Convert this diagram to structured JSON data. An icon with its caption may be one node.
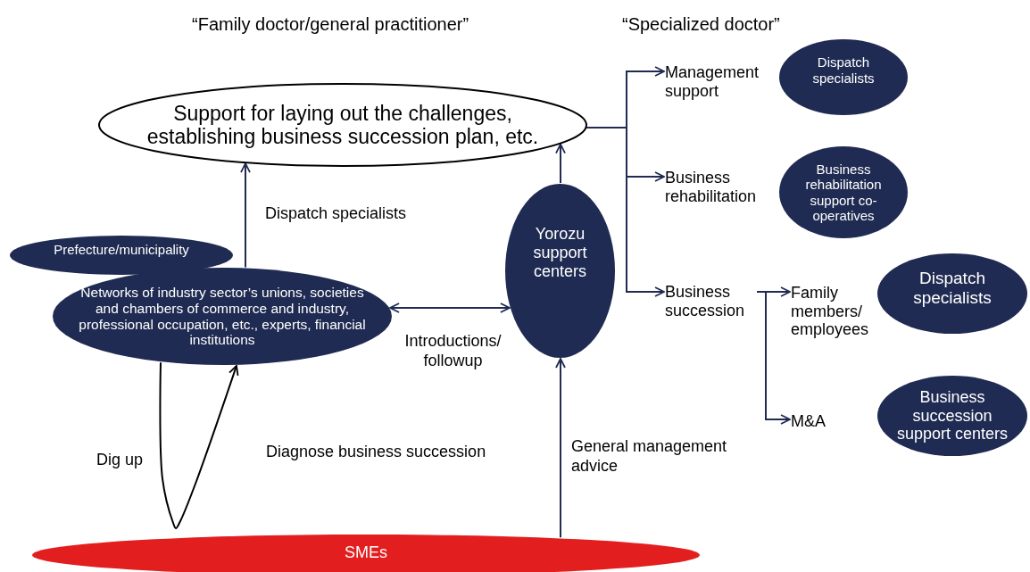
{
  "diagram": {
    "nodes": [
      {
        "text": [
          "Support for laying out the challenges, establishing business succession plan, etc."
        ]
      },
      {
        "text": [
          "Prefecture/municipality"
        ]
      },
      {
        "text": [
          "Networks of industry sector’s unions, societies and chambers of commerce and industry, professional occupation, etc., experts, financial institutions"
        ]
      },
      {
        "text": [
          "Yorozu support centers"
        ]
      },
      {
        "text": [
          "SMEs"
        ]
      },
      {
        "text": [
          "Management support"
        ]
      },
      {
        "text": [
          "Business rehabilitation"
        ]
      },
      {
        "text": [
          "Business succession"
        ]
      },
      {
        "text": [
          "Family members/ employees"
        ]
      },
      {
        "text": [
          "M&A"
        ]
      },
      {
        "text": [
          "Dispatch specialists"
        ]
      },
      {
        "text": [
          "Business rehabilitation support co-operatives"
        ]
      },
      {
        "text": [
          "Dispatch specialists"
        ]
      },
      {
        "text": [
          "Business succession support centers"
        ]
      }
    ],
    "edges": [
      {
        "from": 2,
        "to": 0,
        "arrow": "to",
        "label": "Dispatch specialists"
      },
      {
        "from": 2,
        "to": 3,
        "arrow": "both",
        "label": "Introductions/ followup"
      },
      {
        "from": 3,
        "to": 0,
        "arrow": "to"
      },
      {
        "from": 4,
        "to": 3,
        "arrow": "to",
        "label": "General management advice"
      },
      {
        "from": 2,
        "to": 2,
        "arrow": "to",
        "label": "Dig up",
        "color": "#000000"
      },
      {
        "from": 0,
        "to": 5,
        "arrow": "to"
      },
      {
        "from": 0,
        "to": 6,
        "arrow": "to"
      },
      {
        "from": 0,
        "to": 7,
        "arrow": "to"
      },
      {
        "from": 7,
        "to": 8,
        "arrow": "to"
      },
      {
        "from": 7,
        "to": 9,
        "arrow": "to"
      }
    ],
    "labels": [
      "“Family doctor/general practitioner”",
      "“Specialized doctor”",
      "Diagnose business succession"
    ]
  }
}
